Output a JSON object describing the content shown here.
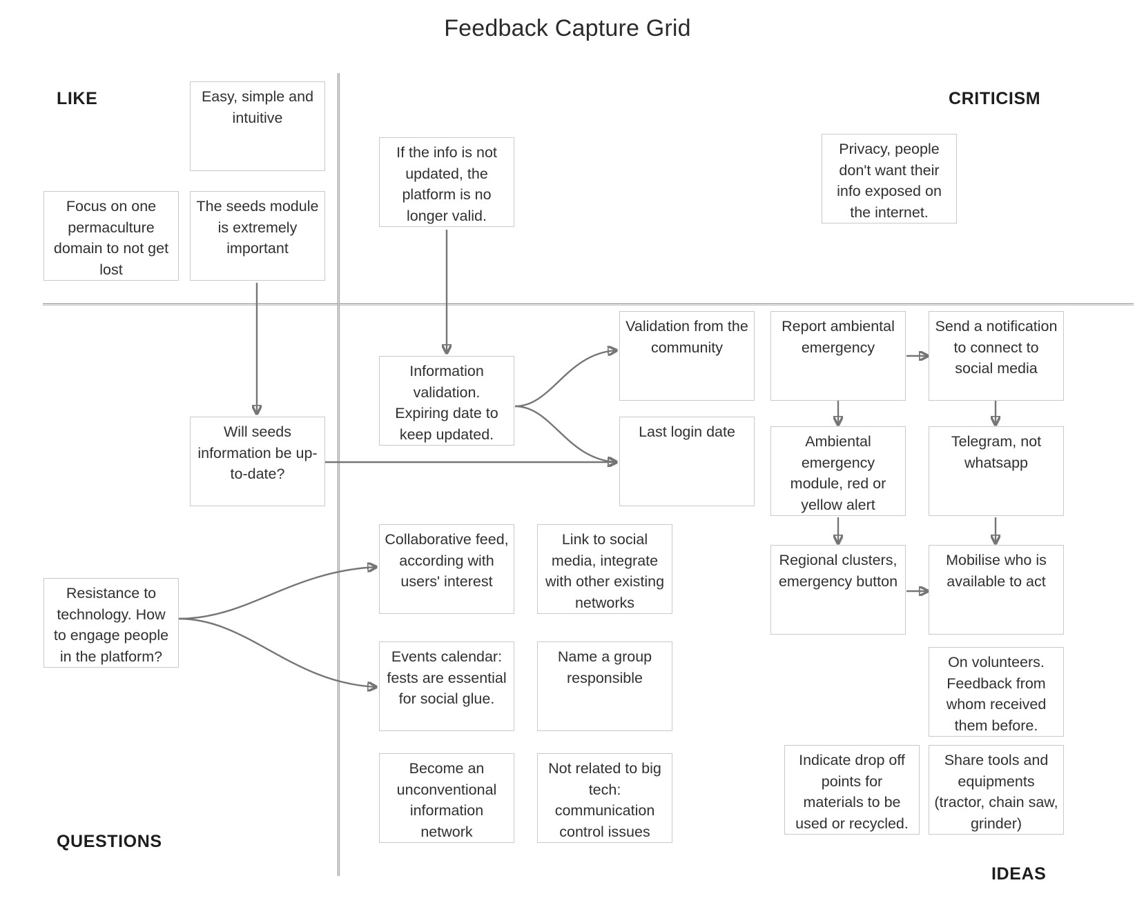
{
  "title": "Feedback Capture Grid",
  "quadrant_labels": {
    "top_left": "LIKE",
    "top_right": "CRITICISM",
    "bottom_left": "QUESTIONS",
    "bottom_right": "IDEAS"
  },
  "colors": {
    "note_border": "#c9c9c9",
    "note_text": "#303030",
    "axis": "#8a8a8a",
    "arrow": "#757575",
    "background": "#ffffff",
    "title_text": "#2b2b2b",
    "label_text": "#1d1d1d"
  },
  "notes": [
    {
      "id": "easy-simple",
      "quadrant": "like",
      "text": "Easy, simple and intuitive"
    },
    {
      "id": "focus-permaculture",
      "quadrant": "like",
      "text": "Focus on one permaculture domain to not get lost"
    },
    {
      "id": "seeds-module",
      "quadrant": "like",
      "text": "The seeds module is extremely important"
    },
    {
      "id": "info-not-updated",
      "quadrant": "criticism",
      "text": "If the info is not updated, the platform is no longer valid."
    },
    {
      "id": "privacy",
      "quadrant": "criticism",
      "text": "Privacy, people don't want their info exposed on the internet."
    },
    {
      "id": "seeds-up-to-date",
      "quadrant": "questions",
      "text": "Will seeds information be up-to-date?"
    },
    {
      "id": "resistance-tech",
      "quadrant": "questions",
      "text": "Resistance to technology. How to engage people in the platform?"
    },
    {
      "id": "info-validation",
      "quadrant": "ideas",
      "text": "Information validation. Expiring date to keep updated."
    },
    {
      "id": "validation-community",
      "quadrant": "ideas",
      "text": "Validation from the community"
    },
    {
      "id": "last-login",
      "quadrant": "ideas",
      "text": "Last login date"
    },
    {
      "id": "report-ambiental",
      "quadrant": "ideas",
      "text": "Report ambiental emergency"
    },
    {
      "id": "send-notification",
      "quadrant": "ideas",
      "text": "Send a notification to connect to social media"
    },
    {
      "id": "ambiental-module",
      "quadrant": "ideas",
      "text": "Ambiental emergency module, red or yellow alert"
    },
    {
      "id": "telegram",
      "quadrant": "ideas",
      "text": "Telegram, not whatsapp"
    },
    {
      "id": "regional-clusters",
      "quadrant": "ideas",
      "text": "Regional clusters, emergency button"
    },
    {
      "id": "mobilise",
      "quadrant": "ideas",
      "text": "Mobilise who is available to act"
    },
    {
      "id": "collaborative-feed",
      "quadrant": "ideas",
      "text": "Collaborative feed, according with users' interest"
    },
    {
      "id": "link-social-media",
      "quadrant": "ideas",
      "text": "Link to social media, integrate with other existing networks"
    },
    {
      "id": "events-calendar",
      "quadrant": "ideas",
      "text": "Events calendar: fests are essential for social glue."
    },
    {
      "id": "name-group",
      "quadrant": "ideas",
      "text": "Name a group responsible"
    },
    {
      "id": "on-volunteers",
      "quadrant": "ideas",
      "text": "On volunteers. Feedback from whom received them before."
    },
    {
      "id": "become-unconventional",
      "quadrant": "ideas",
      "text": "Become an unconventional information network"
    },
    {
      "id": "not-big-tech",
      "quadrant": "ideas",
      "text": "Not related to big tech: communication control issues"
    },
    {
      "id": "indicate-drop-off",
      "quadrant": "ideas",
      "text": "Indicate drop off points for materials to be used or recycled."
    },
    {
      "id": "share-tools",
      "quadrant": "ideas",
      "text": "Share tools and equipments (tractor, chain saw, grinder)"
    }
  ],
  "connections": [
    {
      "from": "seeds-module",
      "to": "seeds-up-to-date"
    },
    {
      "from": "info-not-updated",
      "to": "info-validation"
    },
    {
      "from": "info-validation",
      "to": "validation-community"
    },
    {
      "from": "info-validation",
      "to": "last-login"
    },
    {
      "from": "seeds-up-to-date",
      "to": "last-login"
    },
    {
      "from": "resistance-tech",
      "to": "collaborative-feed"
    },
    {
      "from": "resistance-tech",
      "to": "events-calendar"
    },
    {
      "from": "report-ambiental",
      "to": "send-notification"
    },
    {
      "from": "report-ambiental",
      "to": "ambiental-module"
    },
    {
      "from": "send-notification",
      "to": "telegram"
    },
    {
      "from": "ambiental-module",
      "to": "regional-clusters"
    },
    {
      "from": "telegram",
      "to": "mobilise"
    },
    {
      "from": "regional-clusters",
      "to": "mobilise"
    }
  ]
}
